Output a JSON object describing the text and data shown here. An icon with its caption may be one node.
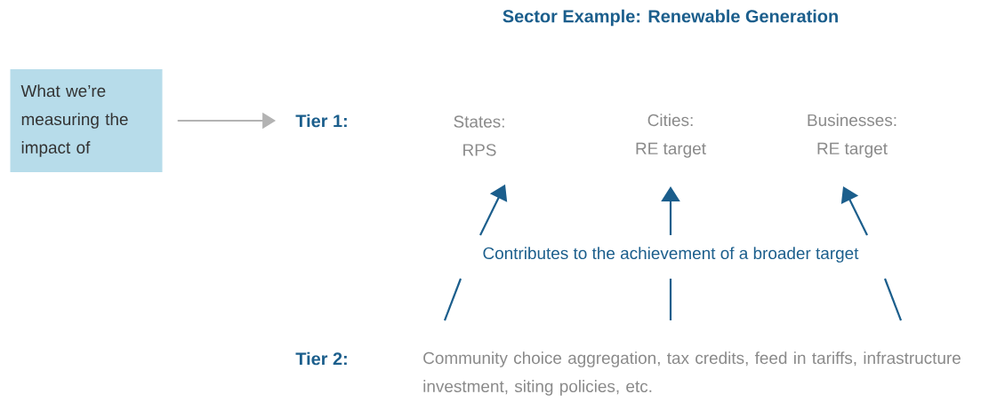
{
  "diagram": {
    "title": "Sector Example: Renewable Generation",
    "nodes": [
      {
        "text": [
          "What we’re measuring the impact of"
        ]
      },
      {
        "text": [
          "Tier 1:"
        ]
      },
      {
        "text": [
          "States:",
          "RPS"
        ]
      },
      {
        "text": [
          "Cities:",
          "RE target"
        ]
      },
      {
        "text": [
          "Businesses:",
          "RE target"
        ]
      },
      {
        "text": [
          "Contributes to the achievement of a broader target"
        ]
      },
      {
        "text": [
          "Tier 2:"
        ]
      },
      {
        "text": [
          "Community choice aggregation, tax credits, feed in tariffs, infrastructure investment, siting policies, etc."
        ]
      }
    ],
    "edges": [
      {
        "from": 0,
        "to": 1,
        "arrow": "to",
        "color": "#b3b3b3"
      },
      {
        "from": 5,
        "to": 2,
        "arrow": "to"
      },
      {
        "from": 5,
        "to": 3,
        "arrow": "to"
      },
      {
        "from": 5,
        "to": 4,
        "arrow": "to"
      },
      {
        "from": 7,
        "to": 5,
        "arrow": "none"
      },
      {
        "from": 7,
        "to": 5,
        "arrow": "none"
      },
      {
        "from": 7,
        "to": 5,
        "arrow": "none"
      }
    ]
  }
}
